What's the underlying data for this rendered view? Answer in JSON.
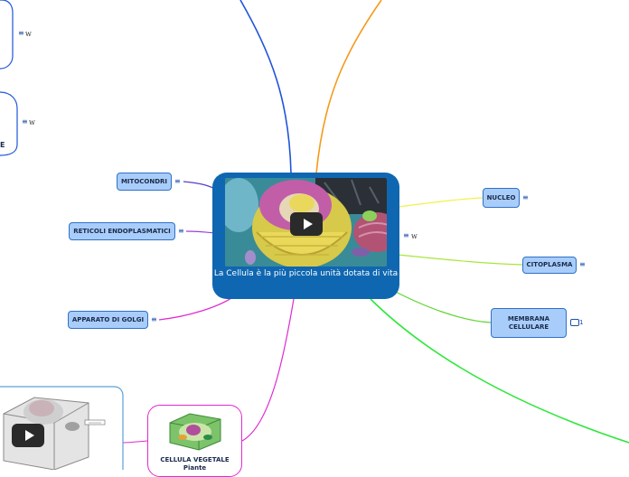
{
  "central": {
    "title": "La Cellula è la più piccola unità dotata di vita",
    "media": "video-thumbnail"
  },
  "topics": {
    "mitocondri": "MITOCONDRI",
    "reticoli": "RETICOLI ENDOPLASMATICI",
    "golgi": "APPARATO DI GOLGI",
    "nucleo": "NUCLEO",
    "citoplasma": "CITOPLASMA",
    "membrana": "MEMBRANA CELLULARE",
    "vegetale_title": "CELLULA VEGETALE",
    "vegetale_sub": "Piante"
  },
  "counts": {
    "membrana_comments": "1"
  },
  "side_labels": {
    "w1": "w",
    "w2": "w",
    "w3": "w",
    "fragment": "E"
  },
  "icons": {
    "note": "note-icon",
    "comment": "comment-icon",
    "play": "play-icon"
  },
  "colors": {
    "blue": "#1f55d8",
    "orange": "#f59a1b",
    "purple": "#5a3fc6",
    "violet": "#9b3dd8",
    "magenta": "#e02ad0",
    "yellow": "#eef34a",
    "lime": "#a8e63a",
    "green": "#62d436",
    "brightgreen": "#2ee73a",
    "central_bg": "#0f67b1",
    "topic_bg": "#a9cdfa"
  }
}
